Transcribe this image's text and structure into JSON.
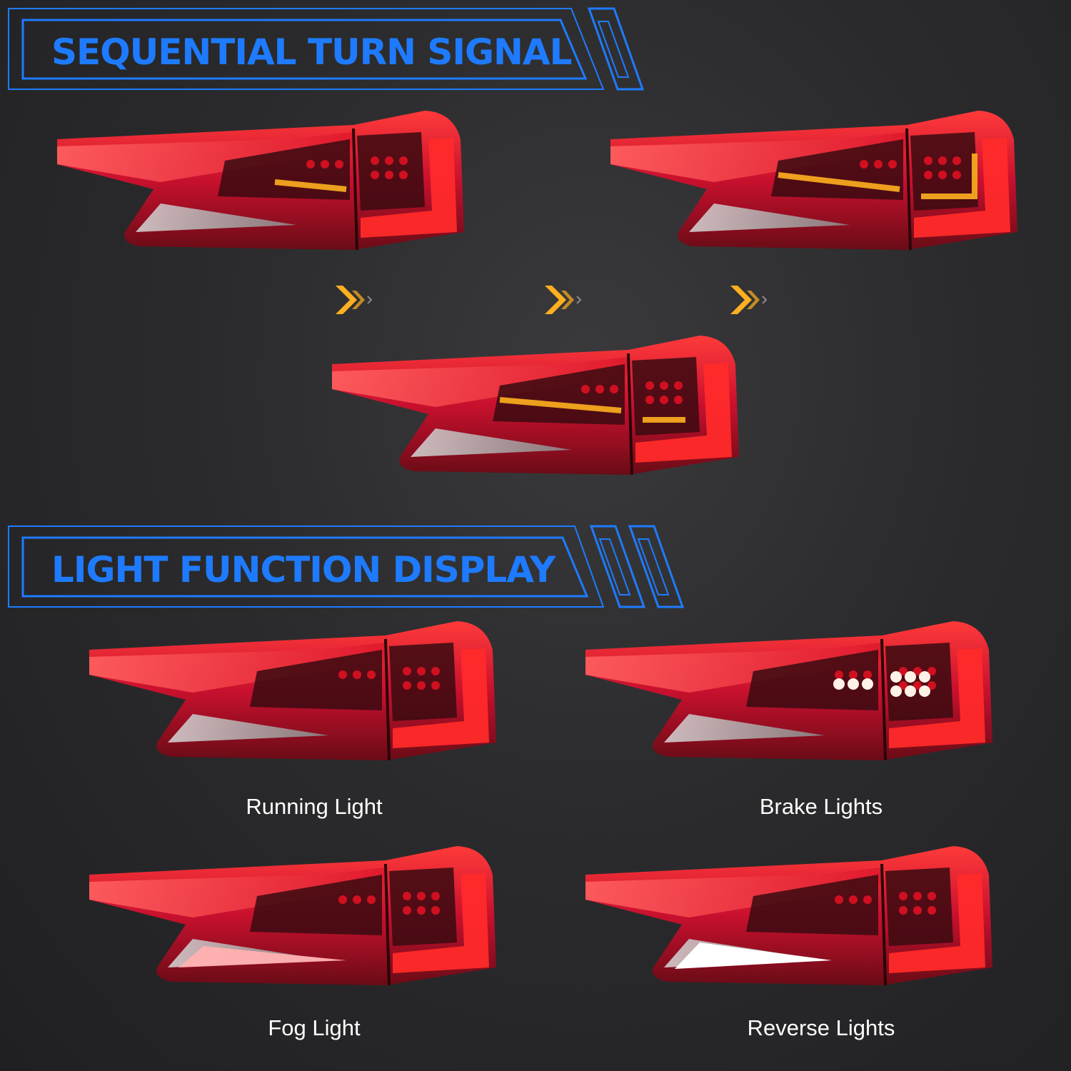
{
  "sections": {
    "sequential": {
      "title": "SEQUENTIAL TURN SIGNAL"
    },
    "functions": {
      "title": "LIGHT FUNCTION DISPLAY"
    }
  },
  "functions": [
    {
      "label": "Running Light"
    },
    {
      "label": "Brake Lights"
    },
    {
      "label": "Fog Light"
    },
    {
      "label": "Reverse Lights"
    }
  ],
  "colors": {
    "accent": "#1e7bff",
    "lamp_red": "#c8102e",
    "amber": "#ffb020",
    "background": "#2b2b2d"
  },
  "icons": [
    "double-chevron-right-icon"
  ]
}
